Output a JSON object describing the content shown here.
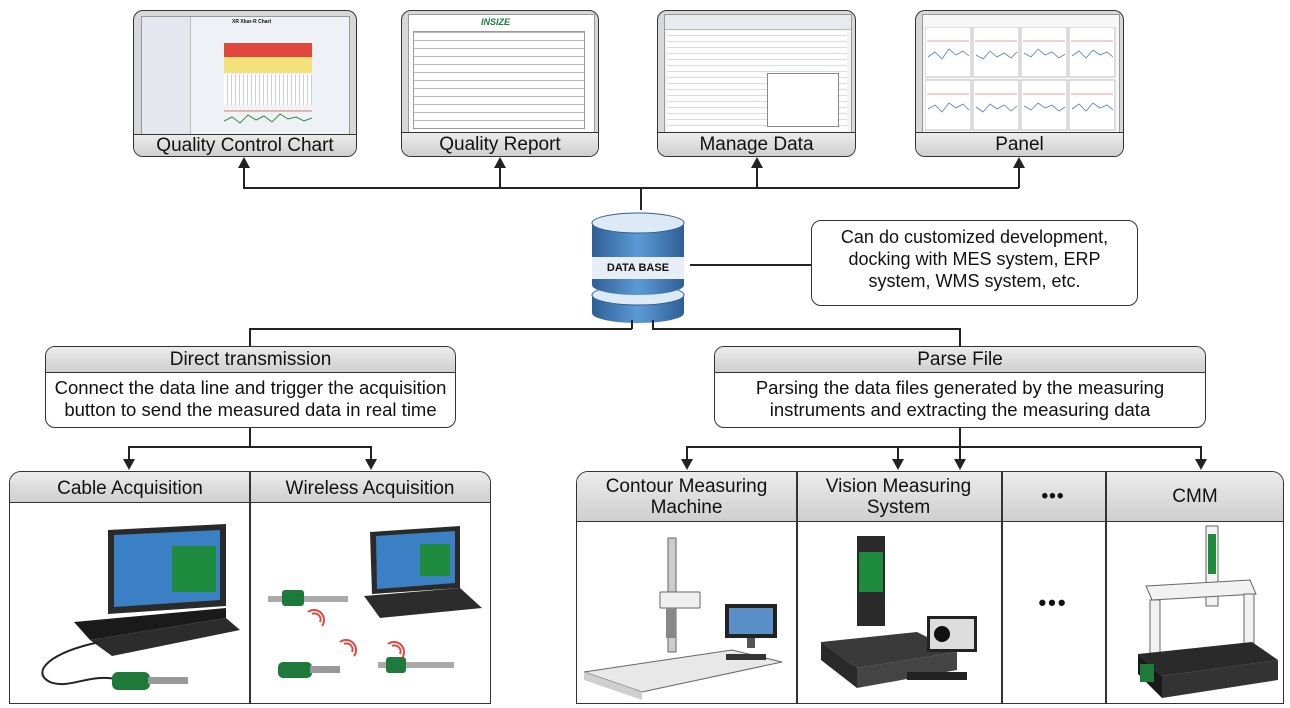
{
  "top_panels": [
    {
      "label": "Quality Control Chart",
      "screen_title": "XR Xbar-R Chart"
    },
    {
      "label": "Quality Report",
      "screen_title": "INSIZE"
    },
    {
      "label": "Manage Data"
    },
    {
      "label": "Panel"
    }
  ],
  "database": {
    "label": "DATA BASE"
  },
  "note": {
    "text": "Can do customized development, docking with MES system, ERP system, WMS system, etc."
  },
  "direct": {
    "title": "Direct transmission",
    "desc": "Connect the data line and trigger the acquisition button to send the measured data in real time"
  },
  "parse": {
    "title": "Parse File",
    "desc": "Parsing the data files generated by the measuring instruments and extracting the measuring data"
  },
  "acquisition": [
    {
      "label": "Cable Acquisition"
    },
    {
      "label": "Wireless Acquisition"
    }
  ],
  "instruments": [
    {
      "label": "Contour Measuring Machine"
    },
    {
      "label": "Vision Measuring System"
    },
    {
      "label": "•••"
    },
    {
      "label": "CMM"
    }
  ],
  "ellipsis_body": "•••",
  "colors": {
    "db_blue": "#4a86c5",
    "db_dark": "#2f5f95",
    "accent_green": "#1d7d3a",
    "chart_red": "#e0473d",
    "chart_yellow": "#f3e27a"
  }
}
